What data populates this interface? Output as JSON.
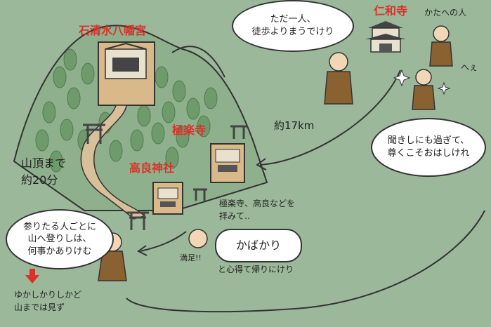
{
  "labels": {
    "iwashimizu": "石清水八幡宮",
    "ninnaji": "仁和寺",
    "gokurakuji": "極楽寺",
    "koura": "高良神社",
    "distance": "約17km",
    "summit_line1": "山頂まで",
    "summit_line2": "約20分",
    "hearer": "かたへの人",
    "hee": "へぇ",
    "manzoku": "満足!!",
    "worship_line1": "極楽寺、高良などを",
    "worship_line2": "拝みて‥",
    "kokoroete": "と心得て帰りにけり",
    "yukashi_line1": "ゆかしかりしかど",
    "yukashi_line2": "山までは見ず"
  },
  "bubbles": {
    "solo_line1": "ただ一人、",
    "solo_line2": "徒歩よりまうでけり",
    "kikishi_line1": "聞きしにも過ぎて、",
    "kikishi_line2": "尊くこそおはしけれ",
    "mairi_line1": "参りたる人ごとに",
    "mairi_line2": "山へ登りしは、",
    "mairi_line3": "何事かありけむ",
    "kabakari": "かばかり"
  },
  "colors": {
    "background": "#9bb89a",
    "mountain": "#8fb08d",
    "tree": "#6f9a6c",
    "shrine_ground": "#d9b98a",
    "path": "#d7c09a",
    "robe": "#8a6232",
    "skin": "#f1d7b5",
    "accent_red": "#d8332b"
  }
}
